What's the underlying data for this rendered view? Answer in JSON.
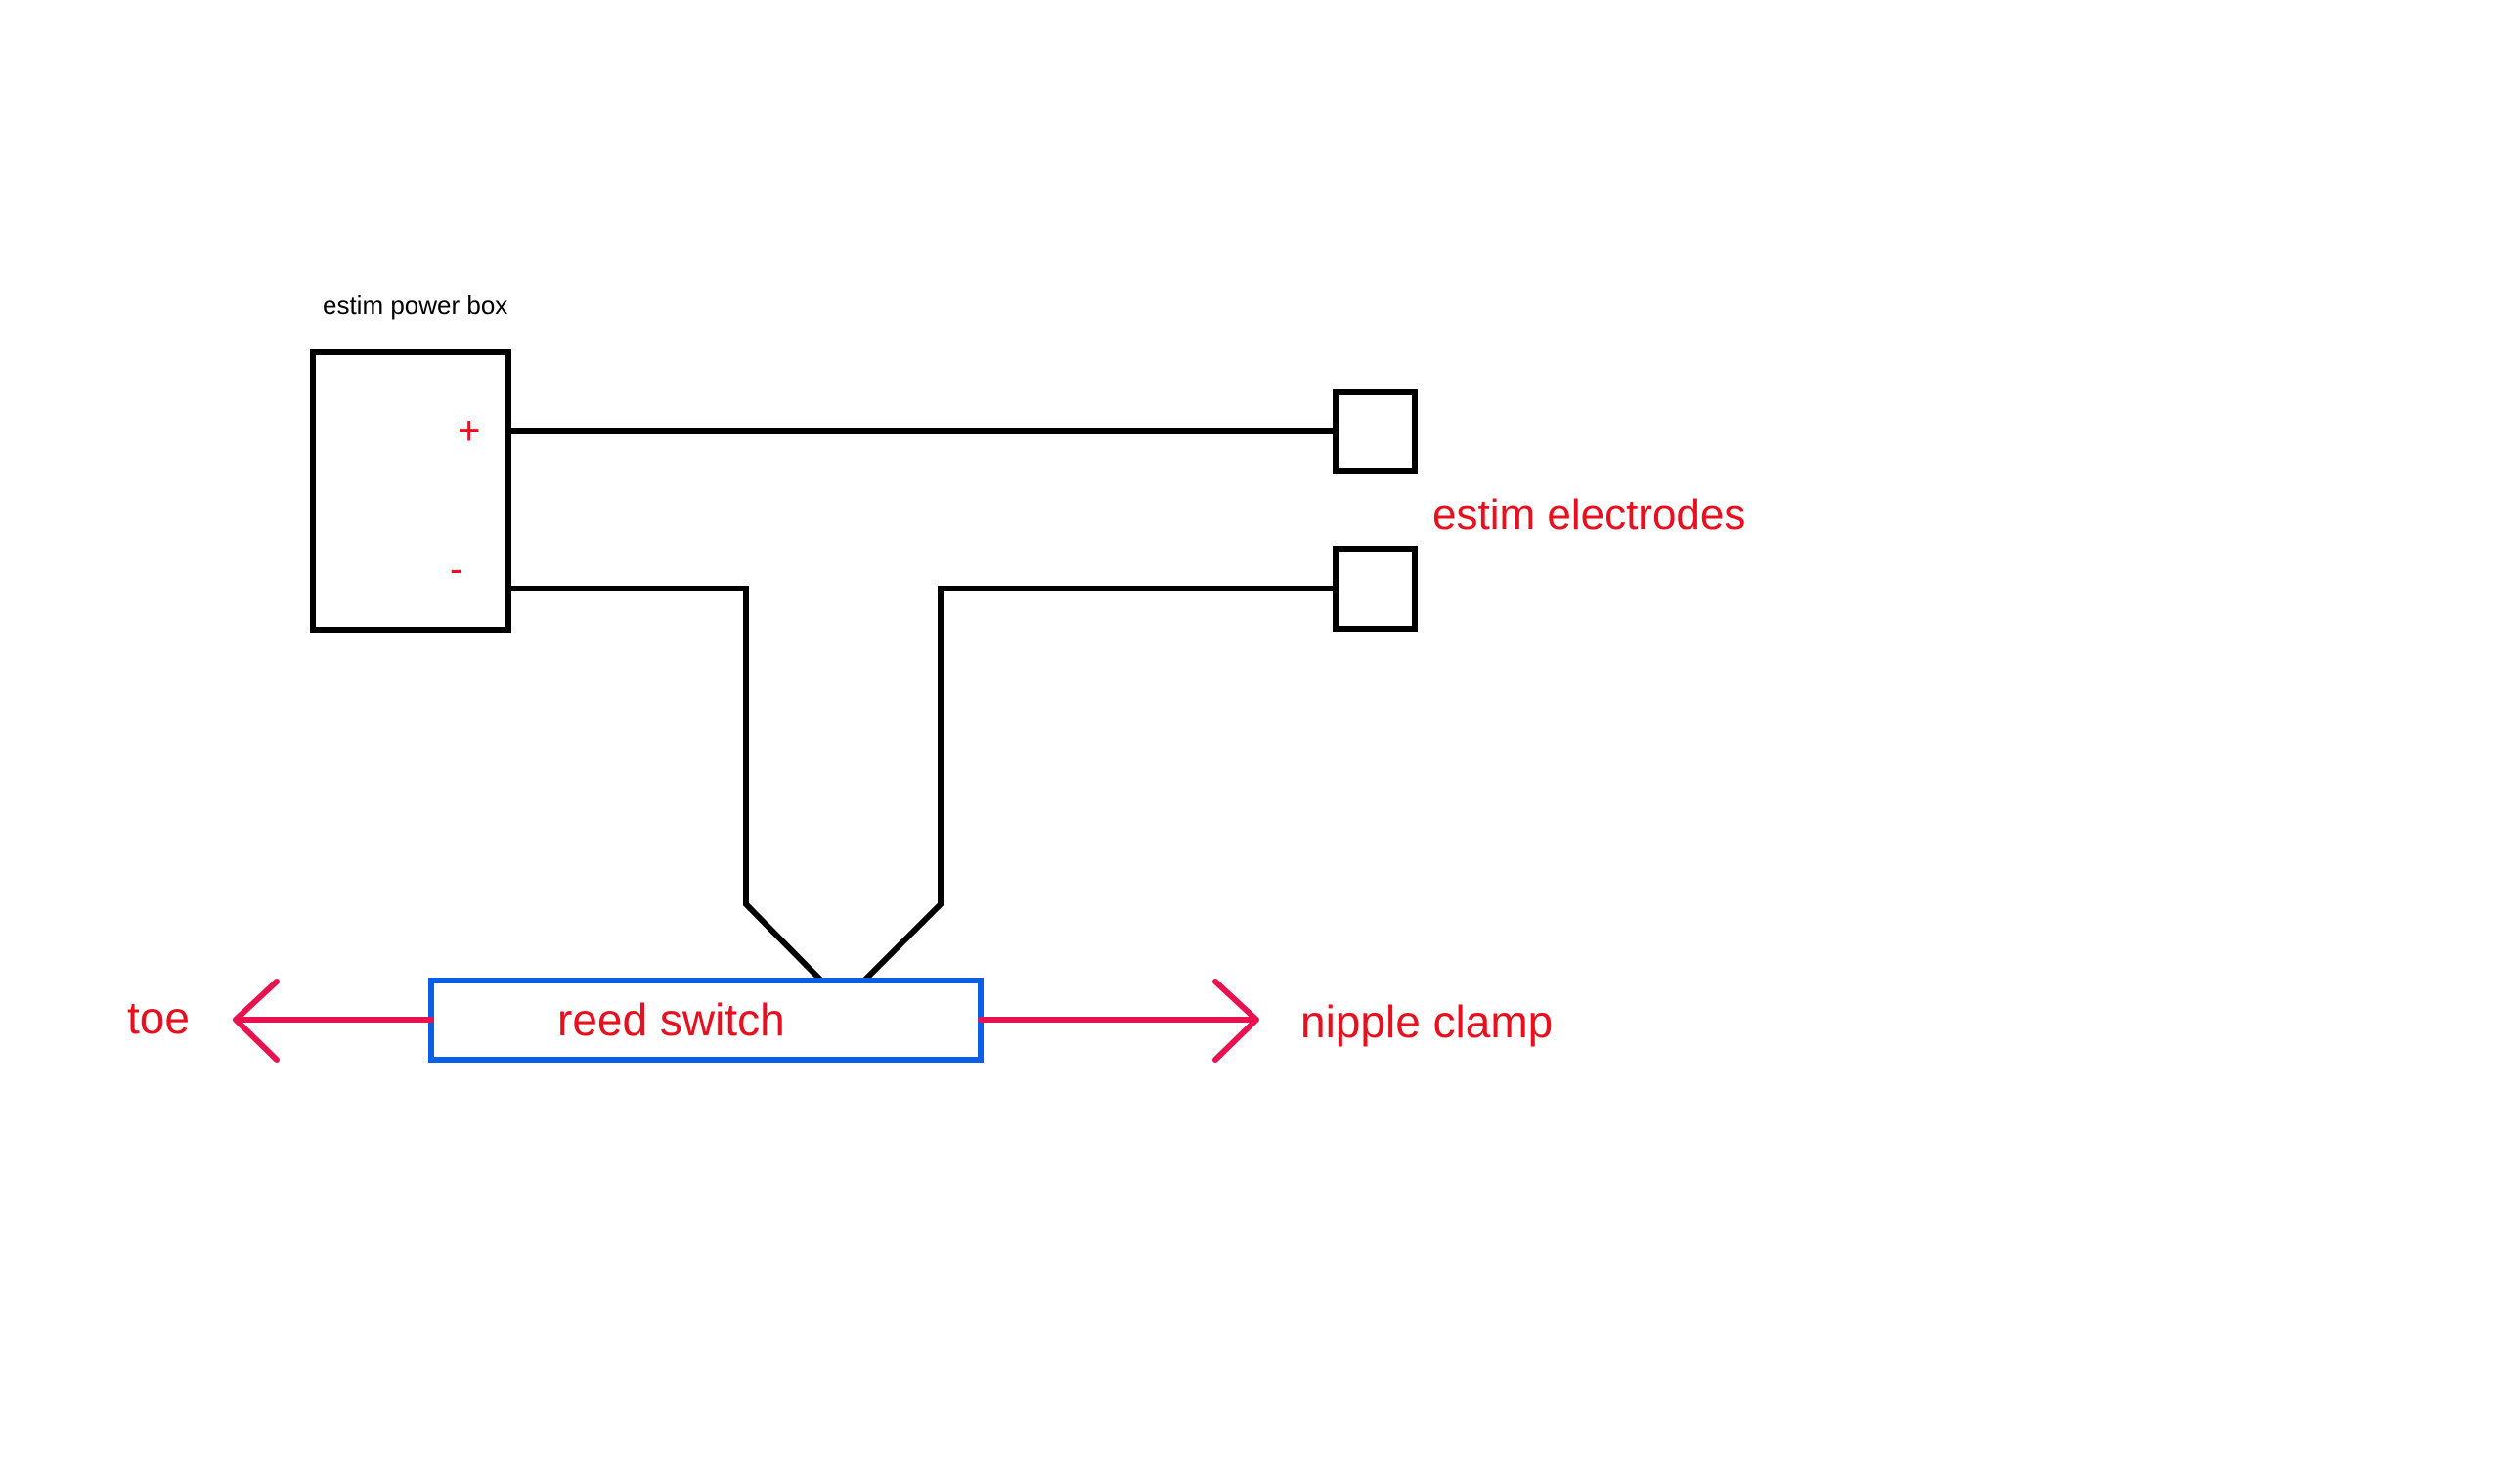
{
  "colors": {
    "background": "#ffffff",
    "wire": "#000000",
    "label_red": "#e8101f",
    "arrow_pink": "#e8124f",
    "switch_blue": "#0a5fe6"
  },
  "power_box": {
    "title": "estim power box",
    "plus_terminal": "+",
    "minus_terminal": "-"
  },
  "electrodes": {
    "label": "estim electrodes"
  },
  "reed_switch": {
    "label": "reed switch"
  },
  "arrows": {
    "left_label": "toe",
    "right_label": "nipple clamp"
  }
}
